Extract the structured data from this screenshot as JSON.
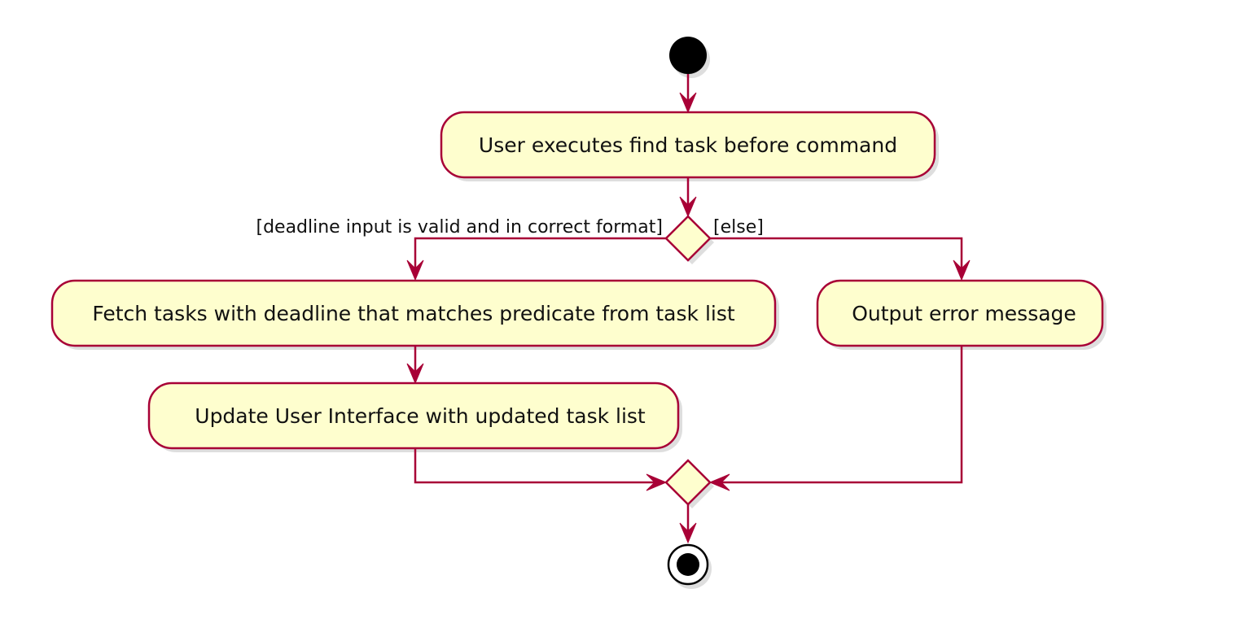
{
  "diagram": {
    "colors": {
      "activity_fill": "#FEFECE",
      "border": "#A80036",
      "start_fill": "#000000",
      "background": "#FFFFFF"
    },
    "nodes": {
      "start": {
        "type": "start"
      },
      "execute": {
        "type": "activity",
        "label": "User executes find task before command"
      },
      "branch": {
        "type": "decision"
      },
      "fetch": {
        "type": "activity",
        "label": "Fetch tasks with deadline that matches predicate from task list"
      },
      "update": {
        "type": "activity",
        "label": "Update User Interface with updated task list"
      },
      "error": {
        "type": "activity",
        "label": "Output error message"
      },
      "merge": {
        "type": "merge"
      },
      "end": {
        "type": "end"
      }
    },
    "guards": {
      "valid": "[deadline input is valid and in correct format]",
      "else": "[else]"
    },
    "edges": [
      {
        "from": "start",
        "to": "execute"
      },
      {
        "from": "execute",
        "to": "branch"
      },
      {
        "from": "branch",
        "to": "fetch",
        "guard": "valid"
      },
      {
        "from": "branch",
        "to": "error",
        "guard": "else"
      },
      {
        "from": "fetch",
        "to": "update"
      },
      {
        "from": "update",
        "to": "merge"
      },
      {
        "from": "error",
        "to": "merge"
      },
      {
        "from": "merge",
        "to": "end"
      }
    ]
  }
}
